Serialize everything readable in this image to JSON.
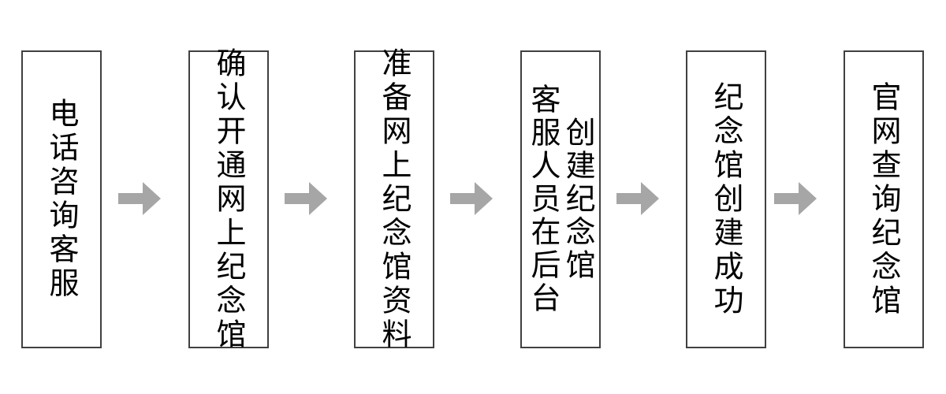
{
  "diagram": {
    "title": "网上纪念馆开通流程",
    "orientation": "horizontal-left-to-right",
    "text_direction": "vertical-rl",
    "colors": {
      "box_border": "#404040",
      "box_fill": "#ffffff",
      "text": "#000000",
      "arrow": "#a6a6a6",
      "background": "#ffffff"
    },
    "nodes": [
      {
        "id": "node-1",
        "name": "电话咨询客服",
        "columns": [
          "电话咨询客服"
        ]
      },
      {
        "id": "node-2",
        "name": "确认开通网上纪念馆",
        "columns": [
          "确认开通网上纪念馆"
        ]
      },
      {
        "id": "node-3",
        "name": "准备网上纪念馆资料",
        "columns": [
          "准备网上纪念馆资料"
        ]
      },
      {
        "id": "node-4",
        "name": "客服人员在后台创建纪念馆",
        "columns": [
          "客服人员在后台",
          "创建纪念馆"
        ]
      },
      {
        "id": "node-5",
        "name": "纪念馆创建成功",
        "columns": [
          "纪念馆创建成功"
        ]
      },
      {
        "id": "node-6",
        "name": "官网查询纪念馆",
        "columns": [
          "官网查询纪念馆"
        ]
      }
    ],
    "connectors": [
      {
        "id": "arrow-1",
        "from": "node-1",
        "to": "node-2",
        "glyph": "right-arrow"
      },
      {
        "id": "arrow-2",
        "from": "node-2",
        "to": "node-3",
        "glyph": "right-arrow"
      },
      {
        "id": "arrow-3",
        "from": "node-3",
        "to": "node-4",
        "glyph": "right-arrow"
      },
      {
        "id": "arrow-4",
        "from": "node-4",
        "to": "node-5",
        "glyph": "right-arrow"
      },
      {
        "id": "arrow-5",
        "from": "node-5",
        "to": "node-6",
        "glyph": "right-arrow"
      }
    ]
  }
}
